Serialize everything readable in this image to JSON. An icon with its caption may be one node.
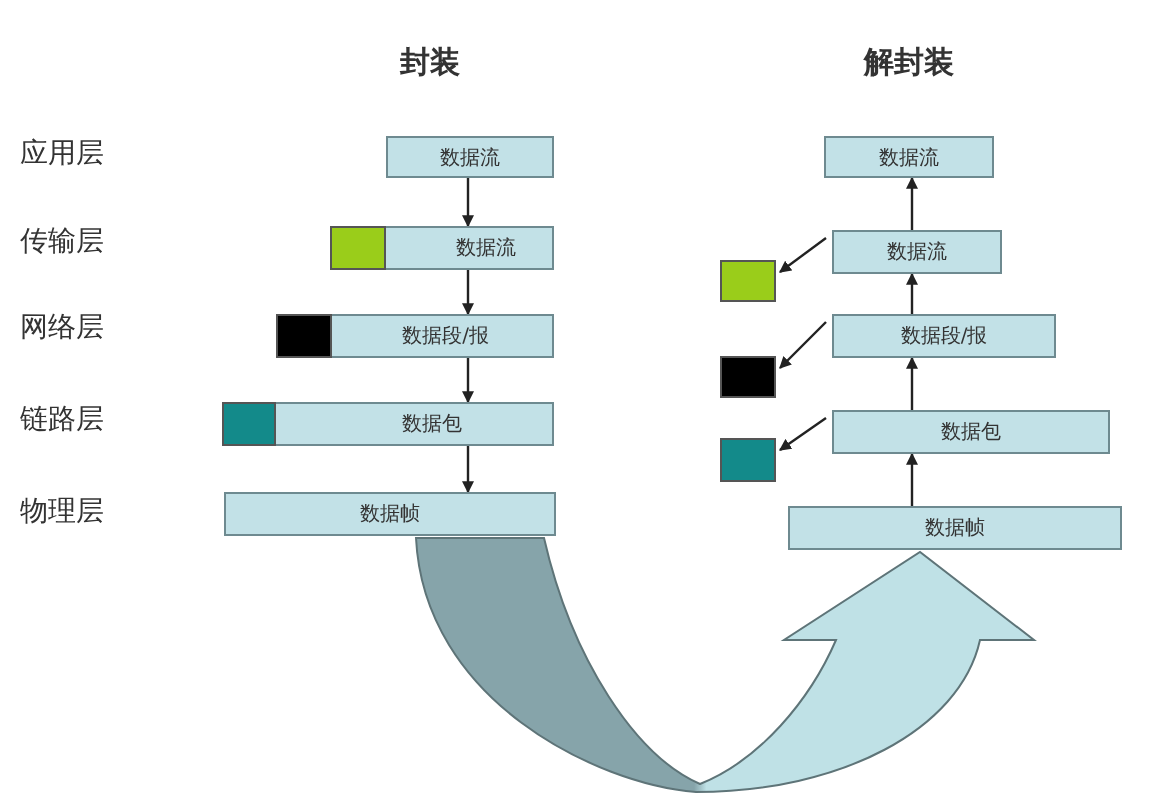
{
  "diagram": {
    "nodes": [
      {
        "text": [
          "数据流"
        ]
      },
      {
        "text": [
          "数据流"
        ]
      },
      {
        "text": [],
        "shape": "box",
        "in": 1
      },
      {
        "text": [
          "数据段/报"
        ]
      },
      {
        "text": [],
        "shape": "box",
        "in": 3
      },
      {
        "text": [
          "数据包"
        ]
      },
      {
        "text": [],
        "shape": "box",
        "in": 5
      },
      {
        "text": [
          "数据帧"
        ]
      },
      {
        "text": [
          "数据流"
        ]
      },
      {
        "text": [],
        "shape": "box"
      },
      {
        "text": [
          "数据流"
        ]
      },
      {
        "text": [],
        "shape": "box"
      },
      {
        "text": [
          "数据段/报"
        ]
      },
      {
        "text": [],
        "shape": "box"
      },
      {
        "text": [
          "数据包"
        ]
      },
      {
        "text": [
          "数据帧"
        ]
      }
    ],
    "edges": [
      {
        "from": 0,
        "to": 1,
        "arrow": "to"
      },
      {
        "from": 1,
        "to": 3,
        "arrow": "to"
      },
      {
        "from": 3,
        "to": 5,
        "arrow": "to"
      },
      {
        "from": 5,
        "to": 7,
        "arrow": "to"
      },
      {
        "from": 15,
        "to": 14,
        "arrow": "to"
      },
      {
        "from": 14,
        "to": 12,
        "arrow": "to"
      },
      {
        "from": 12,
        "to": 10,
        "arrow": "to"
      },
      {
        "from": 10,
        "to": 8,
        "arrow": "to"
      },
      {
        "from": 10,
        "to": 9,
        "arrow": "to"
      },
      {
        "from": 12,
        "to": 11,
        "arrow": "to"
      },
      {
        "from": 14,
        "to": 13,
        "arrow": "to"
      },
      {
        "from": 7,
        "to": 15,
        "arrow": "to",
        "style": "thick"
      }
    ],
    "labels": [
      "封装",
      "解封装",
      "应用层",
      "传输层",
      "网络层",
      "链路层",
      "物理层"
    ]
  }
}
